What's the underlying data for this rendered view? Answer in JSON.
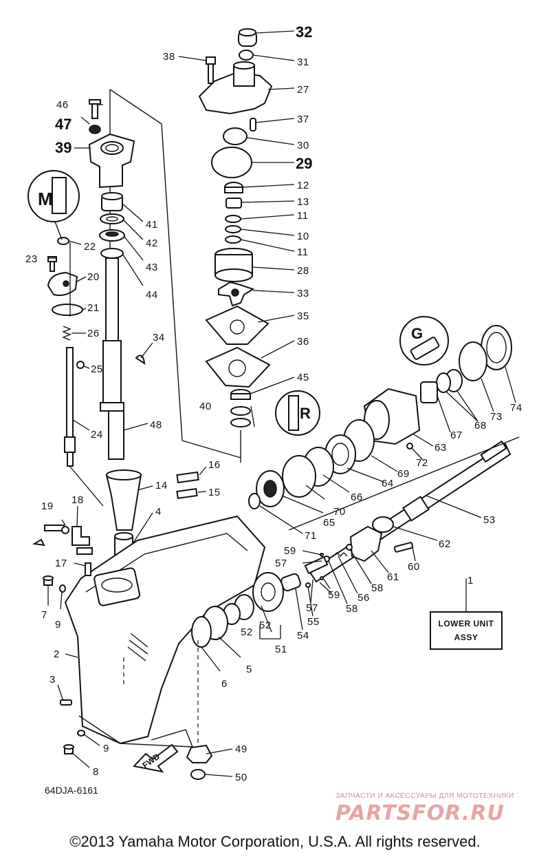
{
  "diagram": {
    "document_code": "64DJA-6161",
    "assy_label_line1": "LOWER UNIT",
    "assy_label_line2": "ASSY",
    "watermark_line1": "ЗАПЧАСТИ И АКСЕССУАРЫ ДЛЯ МОТОТЕХНИКИ",
    "watermark_line2": "PARTSFOR.RU",
    "fwd_label": "FWD",
    "inset_m": "M",
    "inset_g": "G",
    "inset_r": "R",
    "copyright": "©2013 Yamaha Motor Corporation, U.S.A. All rights reserved.",
    "part_numbers": {
      "p1": "1",
      "p2": "2",
      "p3": "3",
      "p4": "4",
      "p5": "5",
      "p6": "6",
      "p7": "7",
      "p8": "8",
      "p9a": "9",
      "p9b": "9",
      "p10": "10",
      "p11a": "11",
      "p11b": "11",
      "p12": "12",
      "p13": "13",
      "p14": "14",
      "p15": "15",
      "p16": "16",
      "p17": "17",
      "p18": "18",
      "p19": "19",
      "p20": "20",
      "p21": "21",
      "p22": "22",
      "p23": "23",
      "p24": "24",
      "p25": "25",
      "p26": "26",
      "p27": "27",
      "p28": "28",
      "p29": "29",
      "p30": "30",
      "p31": "31",
      "p32": "32",
      "p33": "33",
      "p34": "34",
      "p35": "35",
      "p36": "36",
      "p37": "37",
      "p38": "38",
      "p39": "39",
      "p40": "40",
      "p41": "41",
      "p42": "42",
      "p43": "43",
      "p44": "44",
      "p45": "45",
      "p46": "46",
      "p47": "47",
      "p48": "48",
      "p49": "49",
      "p50": "50",
      "p51": "51",
      "p52a": "52",
      "p52b": "52",
      "p53": "53",
      "p54": "54",
      "p55": "55",
      "p56": "56",
      "p57a": "57",
      "p57b": "57",
      "p58a": "58",
      "p58b": "58",
      "p59a": "59",
      "p59b": "59",
      "p60": "60",
      "p61": "61",
      "p62": "62",
      "p63": "63",
      "p64": "64",
      "p65": "65",
      "p66": "66",
      "p67": "67",
      "p68": "68",
      "p69": "69",
      "p70": "70",
      "p71": "71",
      "p72": "72",
      "p73": "73",
      "p74": "74"
    }
  }
}
